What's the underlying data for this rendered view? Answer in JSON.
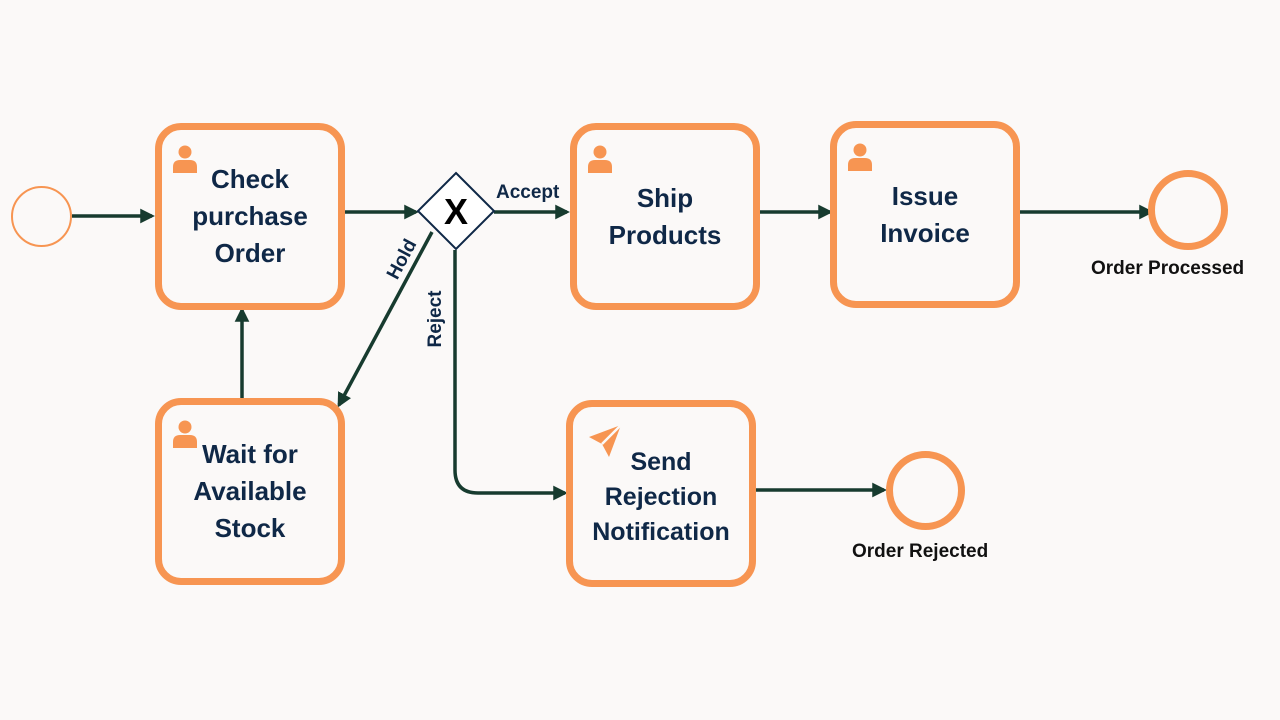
{
  "colors": {
    "task_border": "#f79552",
    "arrow": "#173b2f",
    "task_text": "#0f2847",
    "background": "#fbf9f8"
  },
  "tasks": {
    "check_order": {
      "label": "Check\npurchase\nOrder",
      "icon": "user-icon"
    },
    "wait_stock": {
      "label": "Wait for\nAvailable\n Stock",
      "icon": "user-icon"
    },
    "ship_products": {
      "label": "Ship\nProducts",
      "icon": "user-icon"
    },
    "issue_invoice": {
      "label": "Issue\nInvoice",
      "icon": "user-icon"
    },
    "send_rejection": {
      "label": "Send\nRejection\nNotification",
      "icon": "send-icon"
    }
  },
  "gateway": {
    "mark": "X",
    "type": "exclusive-gateway"
  },
  "flows": {
    "accept": "Accept",
    "hold": "Hold",
    "reject": "Reject"
  },
  "events": {
    "start": {
      "label": ""
    },
    "processed": {
      "label": "Order Processed"
    },
    "rejected": {
      "label": "Order Rejected"
    }
  }
}
